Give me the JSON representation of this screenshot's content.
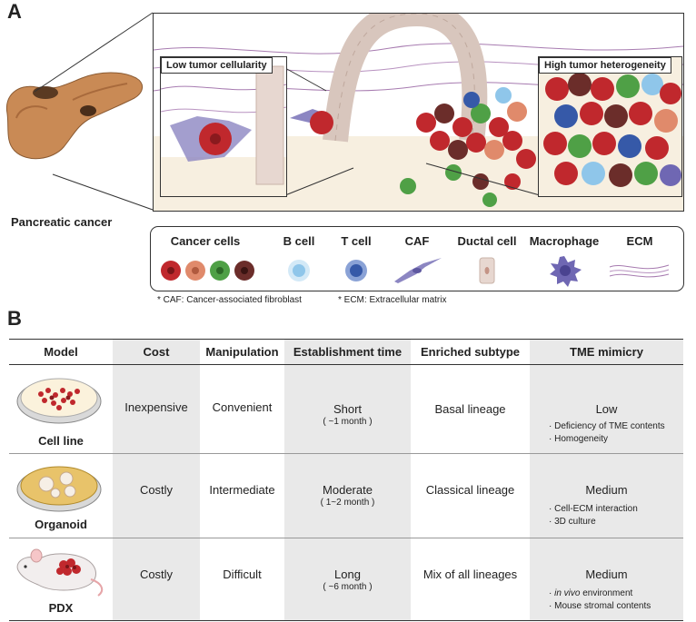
{
  "panel_a": {
    "label": "A",
    "organ_caption": "Pancreatic cancer",
    "inset_left_title": "Low tumor cellularity",
    "inset_right_title": "High tumor heterogeneity",
    "legend": {
      "items": [
        {
          "label": "Cancer cells",
          "icon": "cancer-cells-icon"
        },
        {
          "label": "B cell",
          "icon": "b-cell-icon"
        },
        {
          "label": "T cell",
          "icon": "t-cell-icon"
        },
        {
          "label": "CAF",
          "icon": "caf-icon"
        },
        {
          "label": "Ductal cell",
          "icon": "ductal-cell-icon"
        },
        {
          "label": "Macrophage",
          "icon": "macrophage-icon"
        },
        {
          "label": "ECM",
          "icon": "ecm-icon"
        }
      ]
    },
    "footnote_caf": "* CAF: Cancer-associated fibroblast",
    "footnote_ecm": "* ECM: Extracellular matrix",
    "colors": {
      "cancer_red": "#c0282d",
      "cancer_salmon": "#e08a6b",
      "cancer_green": "#4fa046",
      "cancer_brown": "#6b2d2a",
      "b_cell": "#8fc6ea",
      "t_cell": "#3659a8",
      "caf": "#8c86c2",
      "ductal": "#e7d7d0",
      "macrophage": "#6f67b3",
      "ecm": "#a77bb0",
      "stroma": "#f7efe0"
    }
  },
  "panel_b": {
    "label": "B",
    "headers": [
      "Model",
      "Cost",
      "Manipulation",
      "Establishment time",
      "Enriched subtype",
      "TME mimicry"
    ],
    "rows": [
      {
        "model": "Cell line",
        "icon": "cell-line-dish-icon",
        "cost": "Inexpensive",
        "manipulation": "Convenient",
        "time": "Short",
        "time_detail": "( ~1 month )",
        "subtype": "Basal lineage",
        "mimicry": "Low",
        "bullets": [
          "· Deficiency of TME contents",
          "· Homogeneity"
        ]
      },
      {
        "model": "Organoid",
        "icon": "organoid-dish-icon",
        "cost": "Costly",
        "manipulation": "Intermediate",
        "time": "Moderate",
        "time_detail": "( 1~2 month )",
        "subtype": "Classical lineage",
        "mimicry": "Medium",
        "bullets": [
          "· Cell-ECM interaction",
          "· 3D culture"
        ]
      },
      {
        "model": "PDX",
        "icon": "pdx-mouse-icon",
        "cost": "Costly",
        "manipulation": "Difficult",
        "time": "Long",
        "time_detail": "( ~6 month )",
        "subtype": "Mix of all lineages",
        "mimicry": "Medium",
        "bullets_italic_prefix": "in vivo",
        "bullets": [
          "environment",
          "· Mouse stromal contents"
        ]
      }
    ]
  }
}
